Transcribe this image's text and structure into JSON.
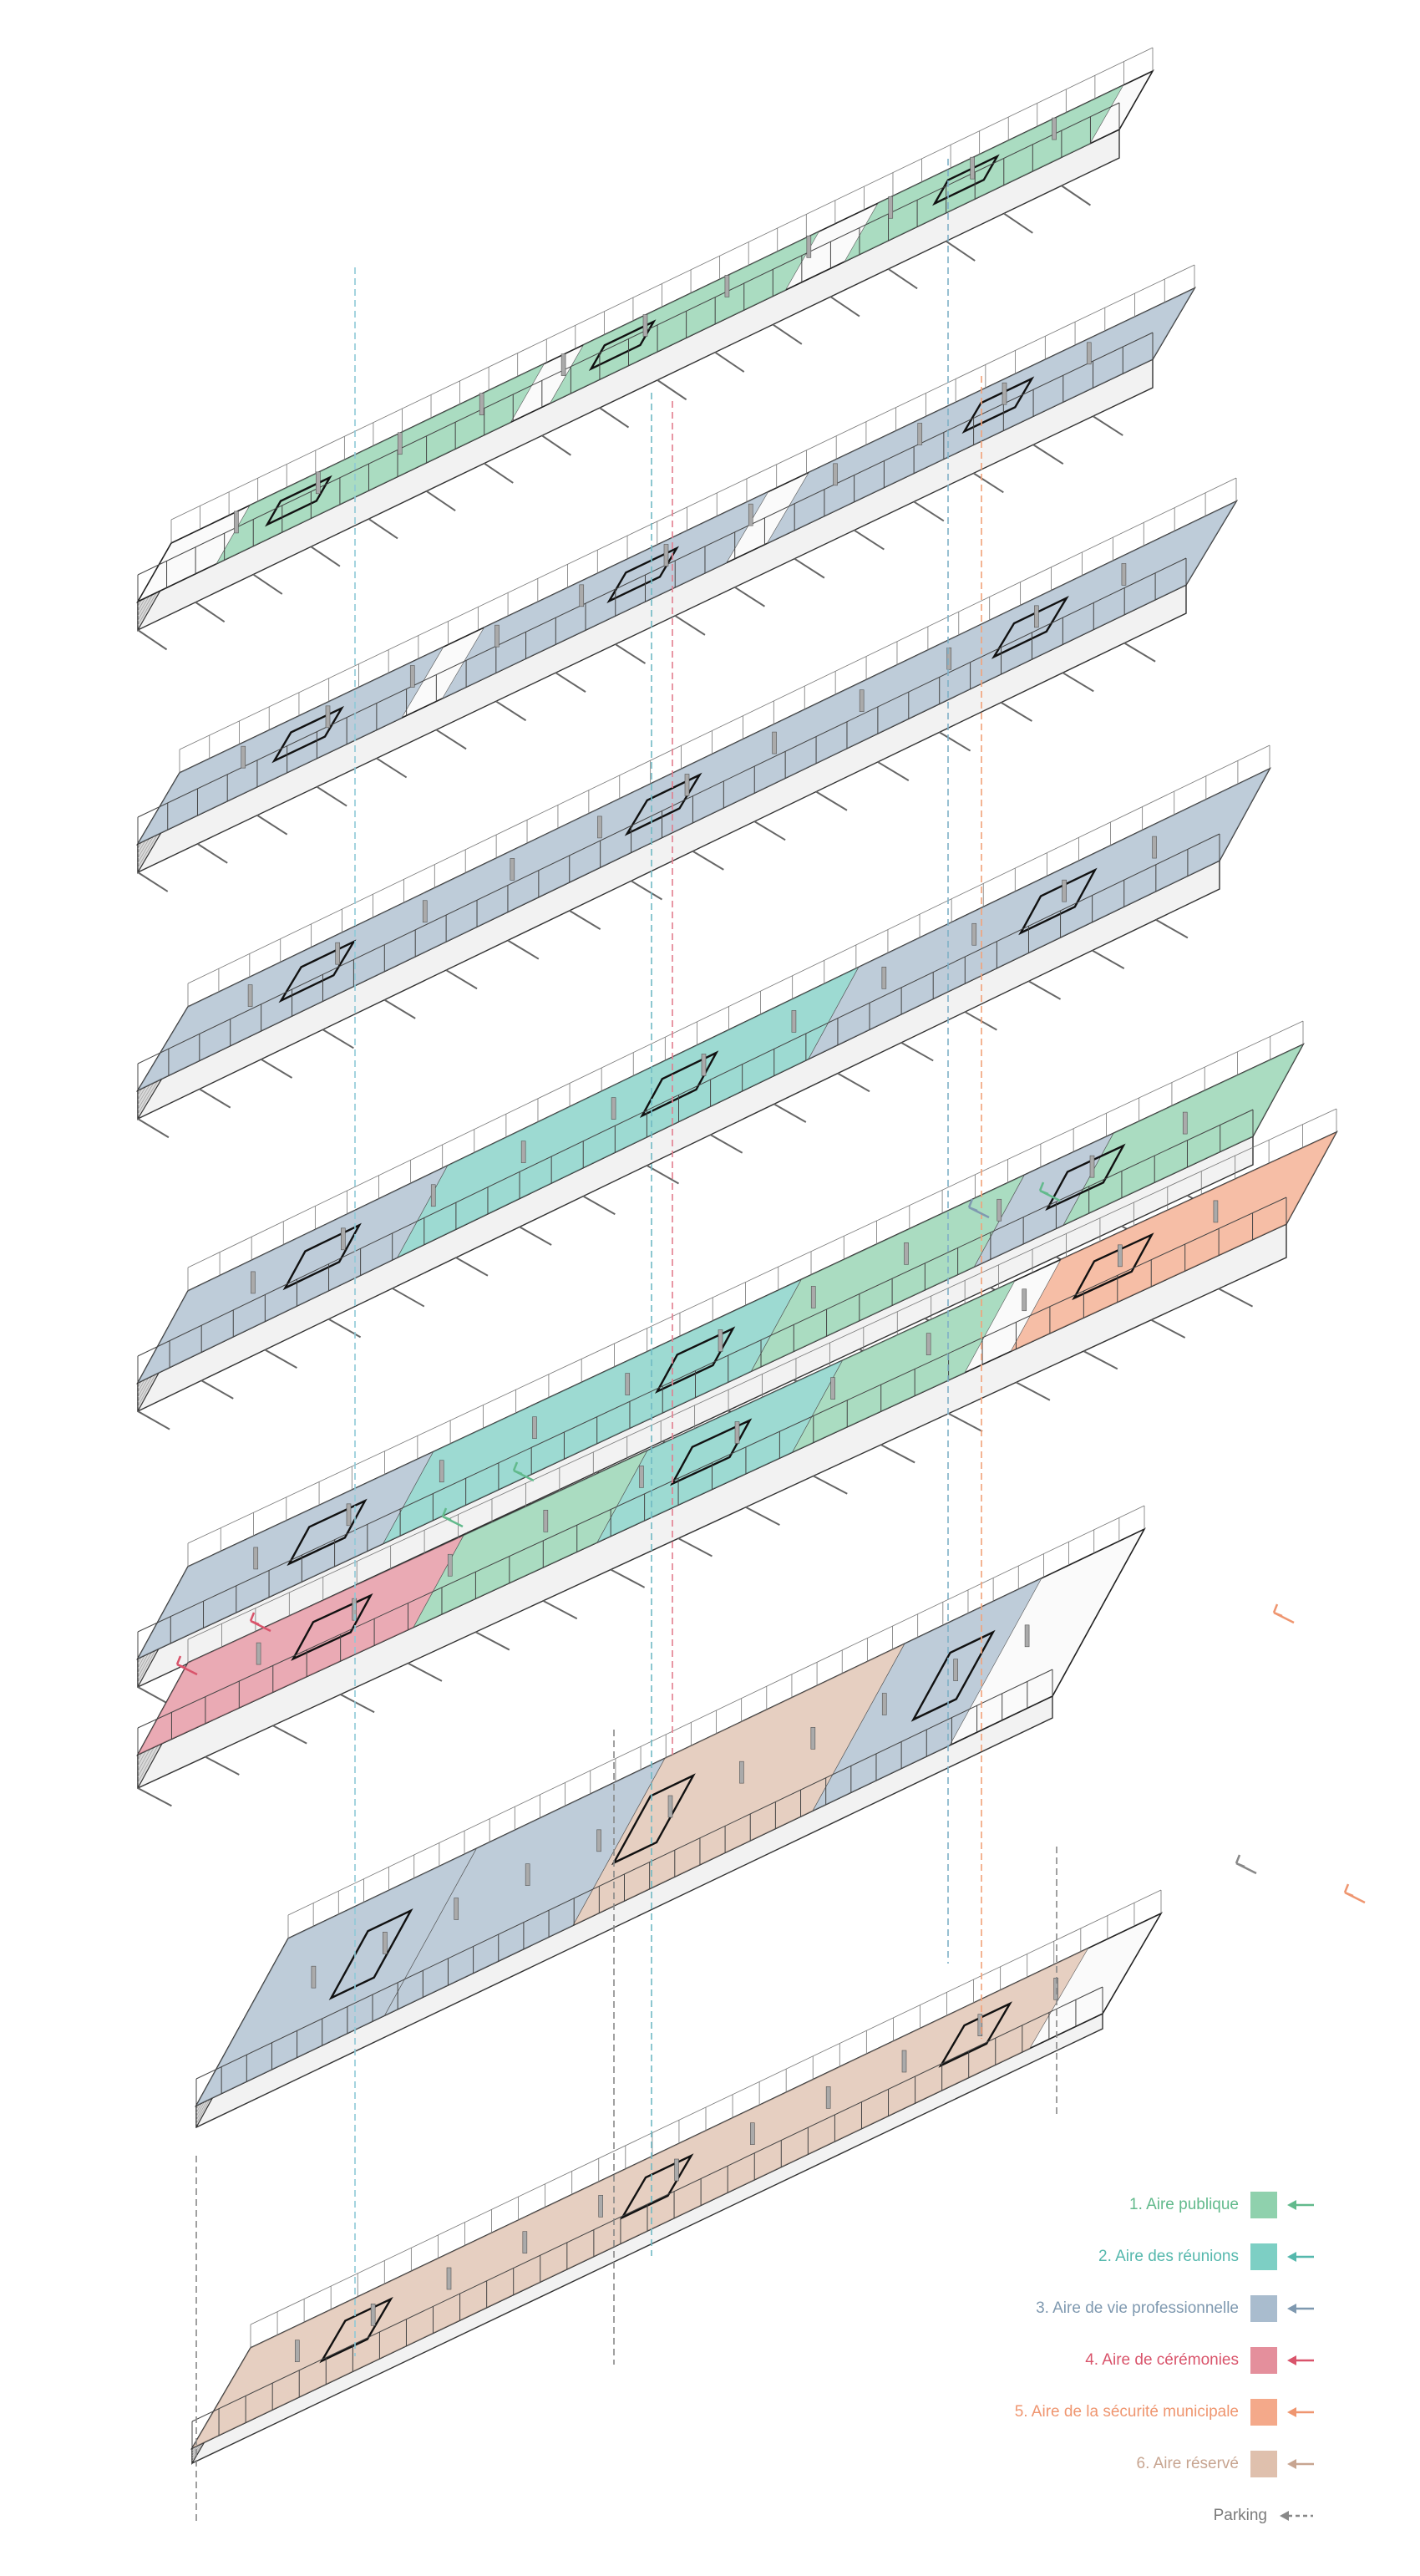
{
  "legend": {
    "items": [
      {
        "label": "1. Aire publique",
        "color": "#8fd1ad",
        "text_color": "#62ba8c",
        "arrow": "solid-arrow-icon"
      },
      {
        "label": "2. Aire des réunions",
        "color": "#7dcfc4",
        "text_color": "#55b8ad",
        "arrow": "solid-arrow-icon"
      },
      {
        "label": "3. Aire de vie professionnelle",
        "color": "#a9bcce",
        "text_color": "#7f99b0",
        "arrow": "solid-arrow-icon"
      },
      {
        "label": "4. Aire de cérémonies",
        "color": "#e48f9c",
        "text_color": "#d9546b",
        "arrow": "solid-arrow-icon"
      },
      {
        "label": "5. Aire de la sécurité municipale",
        "color": "#f4a98a",
        "text_color": "#ef9670",
        "arrow": "solid-arrow-icon"
      },
      {
        "label": "6. Aire réservé",
        "color": "#dfc0ad",
        "text_color": "#c7a591",
        "arrow": "solid-arrow-icon"
      },
      {
        "label": "Parking",
        "color": "",
        "text_color": "#7b7b7b",
        "arrow": "dashed-arrow-icon"
      }
    ]
  },
  "floors": [
    {
      "zones": [
        {
          "area": 1,
          "from": 0.08,
          "to": 0.38
        },
        {
          "area": 1,
          "from": 0.42,
          "to": 0.66
        },
        {
          "area": 1,
          "from": 0.72,
          "to": 0.97
        }
      ]
    },
    {
      "zones": [
        {
          "area": 3,
          "from": 0.0,
          "to": 0.26
        },
        {
          "area": 3,
          "from": 0.3,
          "to": 0.58
        },
        {
          "area": 3,
          "from": 0.62,
          "to": 1.0
        }
      ]
    },
    {
      "zones": [
        {
          "area": 3,
          "from": 0.0,
          "to": 1.0
        }
      ]
    },
    {
      "zones": [
        {
          "area": 3,
          "from": 0.0,
          "to": 0.24
        },
        {
          "area": 2,
          "from": 0.24,
          "to": 0.62
        },
        {
          "area": 3,
          "from": 0.62,
          "to": 1.0
        }
      ]
    },
    {
      "zones": [
        {
          "area": 3,
          "from": 0.0,
          "to": 0.22
        },
        {
          "area": 2,
          "from": 0.22,
          "to": 0.55
        },
        {
          "area": 1,
          "from": 0.55,
          "to": 0.75
        },
        {
          "area": 3,
          "from": 0.75,
          "to": 0.83
        },
        {
          "area": 1,
          "from": 0.83,
          "to": 1.0
        }
      ]
    },
    {
      "zones": [
        {
          "area": 4,
          "from": 0.0,
          "to": 0.24
        },
        {
          "area": 1,
          "from": 0.24,
          "to": 0.4
        },
        {
          "area": 2,
          "from": 0.4,
          "to": 0.57
        },
        {
          "area": 1,
          "from": 0.57,
          "to": 0.72
        },
        {
          "area": 5,
          "from": 0.76,
          "to": 1.0
        }
      ]
    },
    {
      "zones": [
        {
          "area": 3,
          "from": 0.0,
          "to": 0.22
        },
        {
          "area": 3,
          "from": 0.22,
          "to": 0.44
        },
        {
          "area": 6,
          "from": 0.44,
          "to": 0.72
        },
        {
          "area": 3,
          "from": 0.72,
          "to": 0.88
        }
      ]
    },
    {
      "zones": [
        {
          "area": 6,
          "from": 0.0,
          "to": 0.92
        }
      ]
    }
  ]
}
